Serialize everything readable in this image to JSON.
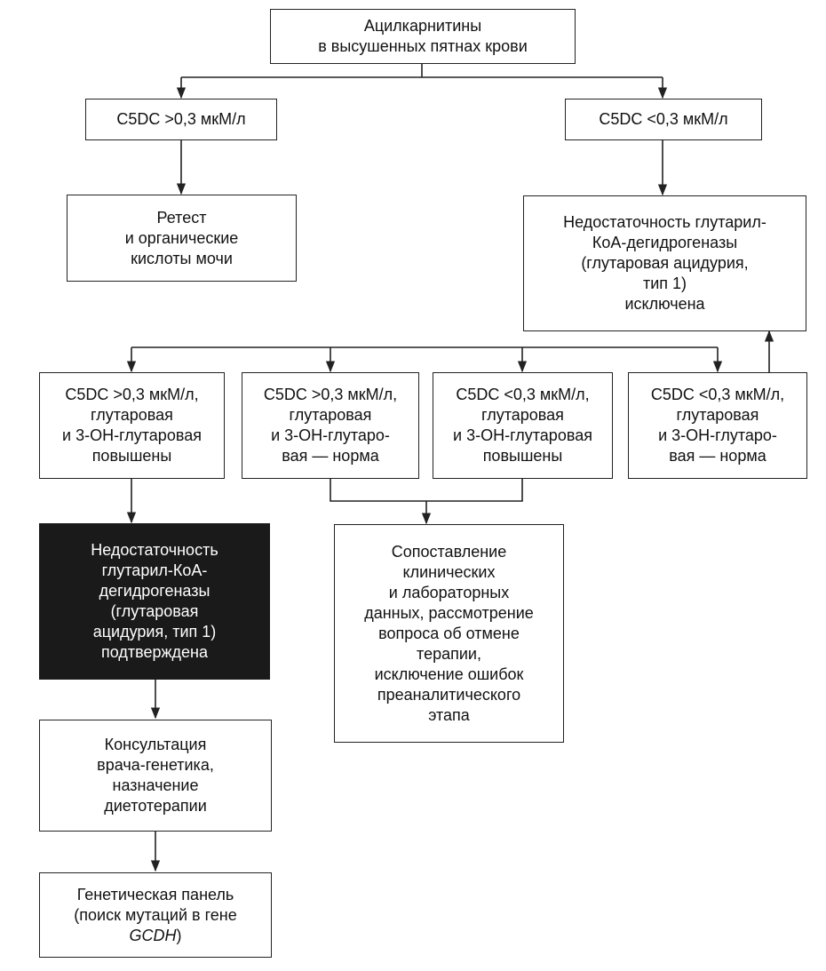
{
  "nodes": {
    "root": [
      "Ацилкарнитины",
      "в высушенных пятнах крови"
    ],
    "c5dc_high": [
      "C5DC >0,3 мкМ/л"
    ],
    "c5dc_low": [
      "C5DC <0,3 мкМ/л"
    ],
    "retest": [
      "Ретест",
      "и органические",
      "кислоты мочи"
    ],
    "ga1_excluded": [
      "Недостаточность глутарил-",
      "КоА-дегидрогеназы",
      "(глутаровая ацидурия,",
      "тип 1)",
      "исключена"
    ],
    "case1": [
      "C5DC >0,3 мкМ/л,",
      "глутаровая",
      "и 3-ОН-глутаровая",
      "повышены"
    ],
    "case2": [
      "C5DC >0,3 мкМ/л,",
      "глутаровая",
      "и 3-ОН-глутаро-",
      "вая — норма"
    ],
    "case3": [
      "C5DC <0,3 мкМ/л,",
      "глутаровая",
      "и 3-ОН-глутаровая",
      "повышены"
    ],
    "case4": [
      "C5DC <0,3 мкМ/л,",
      "глутаровая",
      "и 3-ОН-глутаро-",
      "вая — норма"
    ],
    "ga1_confirmed": [
      "Недостаточность",
      "глутарил-КоА-",
      "дегидрогеназы",
      "(глутаровая",
      "ацидурия, тип 1)",
      "подтверждена"
    ],
    "compare": [
      "Сопоставление",
      "клинических",
      "и лабораторных",
      "данных, рассмотрение",
      "вопроса об отмене",
      "терапии,",
      "исключение ошибок",
      "преаналитического",
      "этапа"
    ],
    "consult": [
      "Консультация",
      "врача-генетика,",
      "назначение",
      "диетотерапии"
    ],
    "panel": [
      "Генетическая панель",
      "(поиск мутаций в гене"
    ],
    "panel_gene": "GCDH",
    "panel_close": ")"
  },
  "colors": {
    "line": "#222222",
    "dark_fill": "#1a1a1a",
    "dark_text": "#ffffff"
  }
}
